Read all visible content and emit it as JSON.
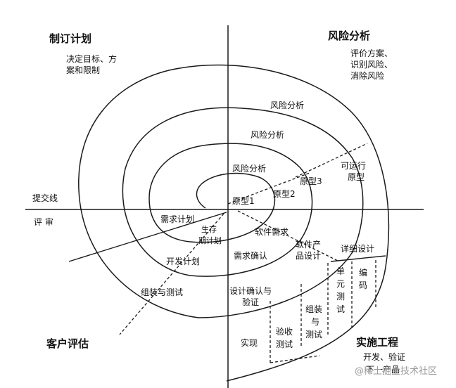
{
  "quadrants": {
    "plan": {
      "title": "制订计划",
      "note_lines": [
        "决定目标、方",
        "案和限制"
      ]
    },
    "risk": {
      "title": "风险分析",
      "note_lines": [
        "评价方案、",
        "识别风险、",
        "消除风险"
      ]
    },
    "review": {
      "title": "客户评估"
    },
    "engineering": {
      "title": "实施工程",
      "note_lines": [
        "开发、验证",
        "下一产品"
      ]
    }
  },
  "axis_labels": {
    "commit": "提交线",
    "review": "评 审"
  },
  "risk_labels": [
    "风险分析",
    "风险分析",
    "风险分析"
  ],
  "prototypes": [
    "原型1",
    "原型2",
    "原型3"
  ],
  "runnable_prototype": [
    "可运行",
    "原型"
  ],
  "plans": {
    "requirements_plan": "需求计划",
    "lifecycle_plan": [
      "生存",
      "期计划"
    ],
    "dev_plan": "开发计划",
    "integration_plan": "组装与测试"
  },
  "engineering_steps": {
    "software_requirements": "软件需求",
    "requirements_confirm": "需求确认",
    "product_design": [
      "软件产",
      "品设计"
    ],
    "design_confirm": [
      "设计确认与",
      "验证"
    ],
    "detail_design": "详细设计",
    "coding": [
      "编",
      "码"
    ],
    "unit_test": [
      "单",
      "元",
      "测",
      "试"
    ],
    "integration_test": [
      "组装",
      "与",
      "测试"
    ],
    "acceptance_test": [
      "验收",
      "测试"
    ],
    "implementation": "实现"
  },
  "watermark": "@稀土掘金技术社区"
}
